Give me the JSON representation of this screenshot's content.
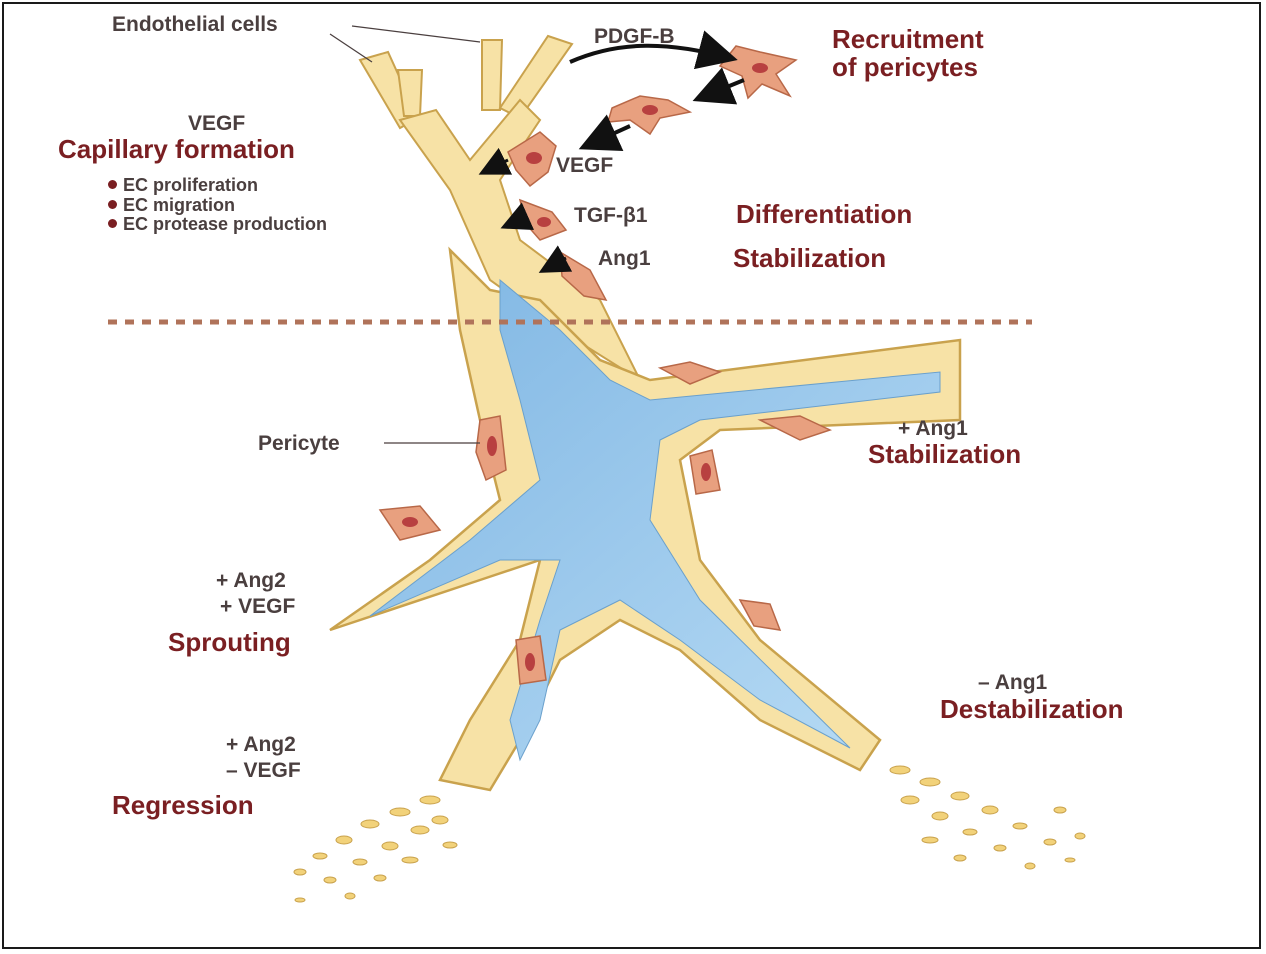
{
  "labels": {
    "endothelial_cells": "Endothelial cells",
    "pdgf_b": "PDGF-B",
    "recruitment_line1": "Recruitment",
    "recruitment_line2": "of pericytes",
    "vegf_top": "VEGF",
    "capillary_formation": "Capillary formation",
    "bullets": [
      "EC proliferation",
      "EC migration",
      "EC protease production"
    ],
    "vegf_mid": "VEGF",
    "tgf_b1": "TGF-β1",
    "differentiation": "Differentiation",
    "ang1": "Ang1",
    "stabilization_top": "Stabilization",
    "pericyte": "Pericyte",
    "plus_ang1": "+ Ang1",
    "stabilization_right": "Stabilization",
    "sprout_ang2": "+ Ang2",
    "sprout_vegf": "+ VEGF",
    "sprouting": "Sprouting",
    "minus_ang1": "– Ang1",
    "destabilization": "Destabilization",
    "regress_ang2": "+ Ang2",
    "regress_vegf": "– VEGF",
    "regression": "Regression"
  },
  "colors": {
    "vessel_fill": "#f7e2a6",
    "vessel_edge": "#c9a24d",
    "lumen": "#9cc8ea",
    "pericyte": "#e8a07f",
    "title_red": "#7a1f22",
    "text_gray": "#4a3f3f",
    "divider": "#b0735a"
  },
  "icons": [
    "arrow-icon",
    "pericyte-cell-icon",
    "bullet-dot-icon"
  ]
}
